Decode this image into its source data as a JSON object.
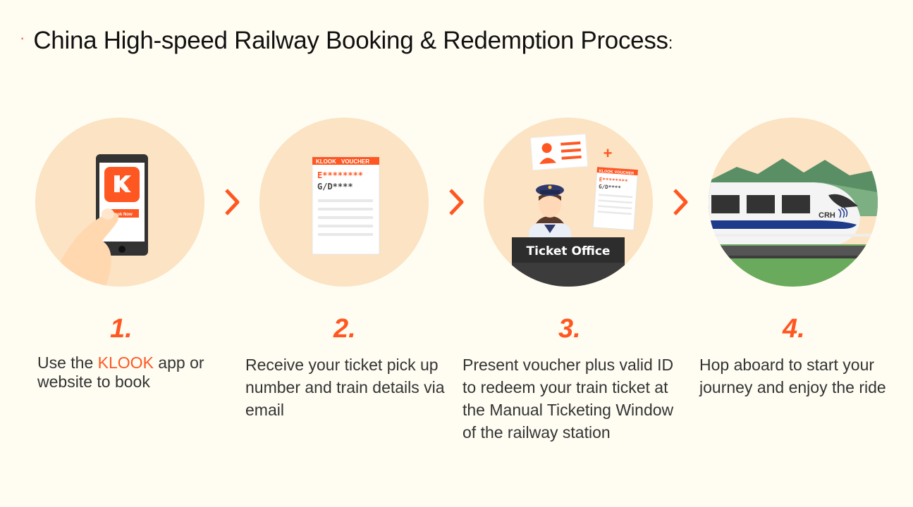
{
  "header": {
    "bullet": "·",
    "title": "China High-speed Railway Booking & Redemption Process",
    "colon": ":"
  },
  "colors": {
    "accent": "#ff5722",
    "circle": "#fbe3c3",
    "background": "#fffdf2"
  },
  "steps": [
    {
      "number": "1.",
      "description_before": "Use the ",
      "description_highlight": "KLOOK",
      "description_after": " app or website to book",
      "illustration": {
        "icon": "phone-with-klook-app-icon",
        "app_logo_letter": "K",
        "phone_button": "Book Now"
      }
    },
    {
      "number": "2.",
      "description": "Receive your ticket pick up number and train details via email",
      "illustration": {
        "icon": "voucher-icon",
        "brand": "KLOOK",
        "label": "VOUCHER",
        "code_line_1": "E********",
        "code_line_2": "G/D****"
      }
    },
    {
      "number": "3.",
      "description": "Present voucher plus valid ID to redeem your train ticket at the Manual Ticketing Window of the railway station",
      "illustration": {
        "icon": "ticket-office-icon",
        "plus": "+",
        "brand": "KLOOK",
        "label": "VOUCHER",
        "code_line_1": "E********",
        "code_line_2": "G/D****",
        "office_label": "Ticket Office"
      }
    },
    {
      "number": "4.",
      "description": "Hop aboard to start your journey and enjoy the ride",
      "illustration": {
        "icon": "high-speed-train-icon",
        "train_label": "CRH"
      }
    }
  ]
}
